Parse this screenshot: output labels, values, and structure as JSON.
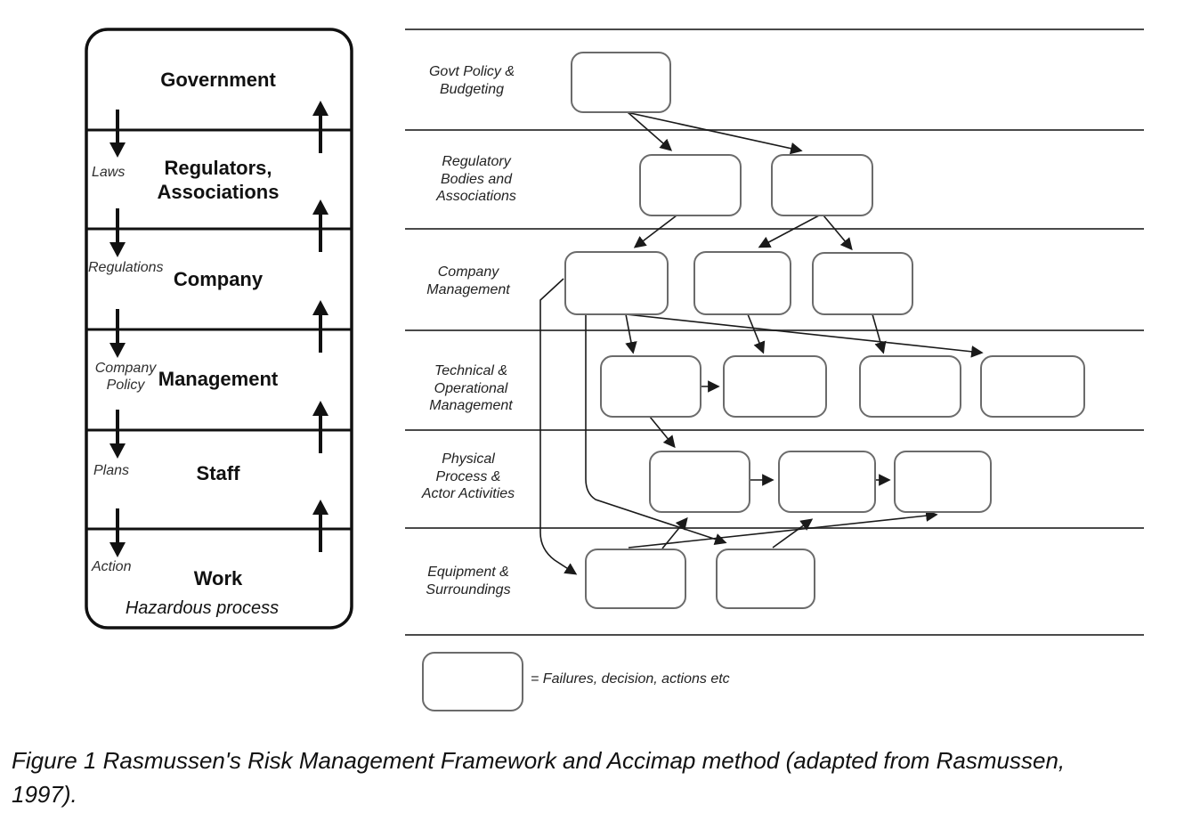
{
  "figure_caption": "Figure 1 Rasmussen's Risk Management Framework and Accimap method (adapted from Rasmussen,\n1997).",
  "framework": {
    "levels": [
      "Government",
      "Regulators,\nAssociations",
      "Company",
      "Management",
      "Staff",
      "Work"
    ],
    "downward_labels": [
      "Laws",
      "Regulations",
      "Company\nPolicy",
      "Plans",
      "Action"
    ],
    "bottom_label": "Hazardous process"
  },
  "accimap": {
    "row_labels": [
      "Govt Policy &\nBudgeting",
      "Regulatory\nBodies and\nAssociations",
      "Company\nManagement",
      "Technical &\nOperational\nManagement",
      "Physical\nProcess &\nActor Activities",
      "Equipment &\nSurroundings"
    ],
    "boxes_per_row": [
      1,
      2,
      3,
      4,
      3,
      2
    ],
    "connections": [
      "govt-policy-1 -> regulatory-1",
      "govt-policy-1 -> regulatory-2",
      "regulatory-1 -> company-1",
      "regulatory-2 -> company-2",
      "regulatory-2 -> company-3",
      "company-1 -> technical-1",
      "company-1 -> technical-4",
      "company-1 -> equipment-1",
      "company-1 -> equipment-2",
      "company-2 -> technical-2",
      "company-3 -> technical-3",
      "technical-1 -> technical-2",
      "technical-1 -> physical-1",
      "physical-1 -> physical-2",
      "physical-2 -> physical-3",
      "equipment-1 -> physical-1",
      "equipment-1 -> physical-3",
      "equipment-2 -> physical-2"
    ],
    "legend_label": "= Failures, decision, actions etc"
  },
  "colors": {
    "line": "#1a1a1a",
    "box_stroke": "#6b6b6b",
    "separator": "#4a4a4a"
  }
}
